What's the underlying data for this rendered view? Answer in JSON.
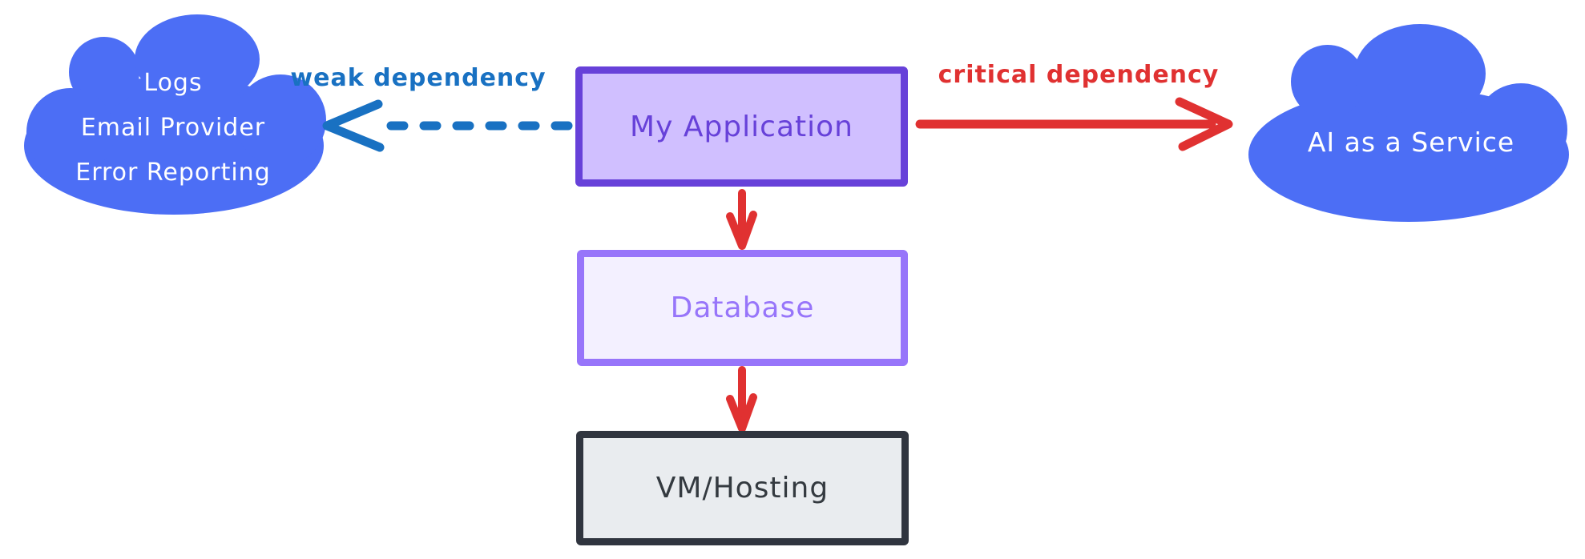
{
  "diagram": {
    "background": "#ffffff",
    "clouds": {
      "external_services": {
        "lines": [
          "Logs",
          "Email Provider",
          "Error Reporting"
        ],
        "fill": "#4c6ef5",
        "text_color": "#ffffff"
      },
      "ai_service": {
        "label": "AI as a Service",
        "fill": "#4c6ef5",
        "text_color": "#ffffff"
      }
    },
    "nodes": {
      "my_application": {
        "label": "My Application",
        "border_color": "#6741d9",
        "fill": "#d0bfff",
        "text_color": "#6741d9"
      },
      "database": {
        "label": "Database",
        "border_color": "#9775fa",
        "fill": "#f3f0ff",
        "text_color": "#9775fa"
      },
      "vm_hosting": {
        "label": "VM/Hosting",
        "border_color": "#30353f",
        "fill": "#e9ecef",
        "text_color": "#343a40"
      }
    },
    "edges": {
      "weak_dependency": {
        "label": "weak dependency",
        "color": "#1971c2",
        "style": "dashed",
        "from": "my_application",
        "to": "external_services_cloud",
        "direction": "left"
      },
      "critical_dependency": {
        "label": "critical dependency",
        "color": "#e03131",
        "style": "solid",
        "from": "my_application",
        "to": "ai_service_cloud",
        "direction": "right"
      },
      "app_to_database": {
        "label": "",
        "color": "#e03131",
        "style": "solid",
        "from": "my_application",
        "to": "database",
        "direction": "down"
      },
      "database_to_vm": {
        "label": "",
        "color": "#e03131",
        "style": "solid",
        "from": "database",
        "to": "vm_hosting",
        "direction": "down"
      }
    }
  }
}
